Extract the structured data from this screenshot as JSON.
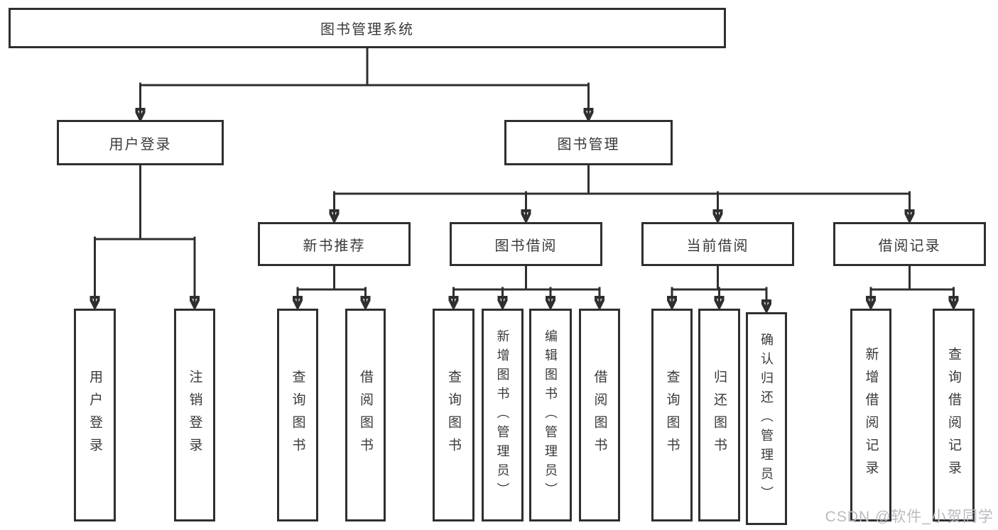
{
  "diagram": {
    "root": {
      "label": "图书管理系统"
    },
    "level2": [
      {
        "label": "用户登录"
      },
      {
        "label": "图书管理"
      }
    ],
    "level3": [
      {
        "label": "新书推荐"
      },
      {
        "label": "图书借阅"
      },
      {
        "label": "当前借阅"
      },
      {
        "label": "借阅记录"
      }
    ],
    "leaves": {
      "user_login": [
        {
          "label": "用户登录"
        },
        {
          "label": "注销登录"
        }
      ],
      "new_book": [
        {
          "label": "查询图书"
        },
        {
          "label": "借阅图书"
        }
      ],
      "book_borrow": [
        {
          "label": "查询图书"
        },
        {
          "label": "新增图书（管理员）"
        },
        {
          "label": "编辑图书（管理员）"
        },
        {
          "label": "借阅图书"
        }
      ],
      "current_borrow": [
        {
          "label": "查询图书"
        },
        {
          "label": "归还图书"
        },
        {
          "label": "确认归还（管理员）"
        }
      ],
      "borrow_record": [
        {
          "label": "新增借阅记录"
        },
        {
          "label": "查询借阅记录"
        }
      ]
    },
    "watermark": "CSDN @软件_小贺同学",
    "colors": {
      "line": "#2f2f2f",
      "text": "#3a3a3a",
      "background": "#ffffff",
      "watermark": "#b7bbc1"
    }
  }
}
